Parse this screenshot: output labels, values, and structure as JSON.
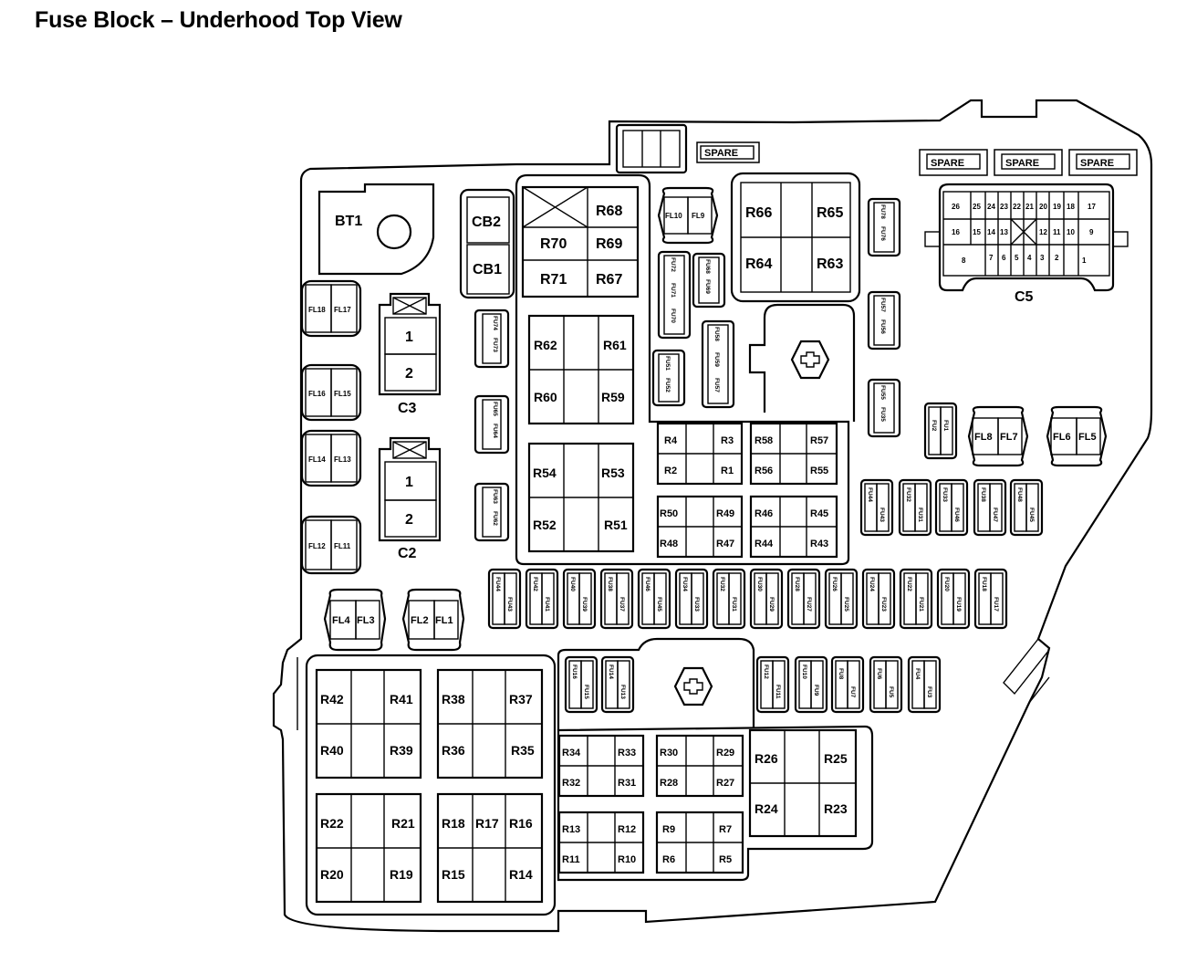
{
  "title": "Fuse Block – Underhood Top View",
  "labels": {
    "bt1": "BT1",
    "cb2": "CB2",
    "cb1": "CB1",
    "c3": "C3",
    "c2": "C2",
    "c5": "C5",
    "spare": "SPARE",
    "pin1": "1",
    "pin2": "2"
  },
  "relays": {
    "R68": "R68",
    "R70": "R70",
    "R69": "R69",
    "R71": "R71",
    "R67": "R67",
    "R66": "R66",
    "R65": "R65",
    "R64": "R64",
    "R63": "R63",
    "R62": "R62",
    "R61": "R61",
    "R60": "R60",
    "R59": "R59",
    "R54": "R54",
    "R53": "R53",
    "R52": "R52",
    "R51": "R51",
    "R4": "R4",
    "R3": "R3",
    "R2": "R2",
    "R1": "R1",
    "R58": "R58",
    "R57": "R57",
    "R56": "R56",
    "R55": "R55",
    "R50": "R50",
    "R49": "R49",
    "R48": "R48",
    "R47": "R47",
    "R46": "R46",
    "R45": "R45",
    "R44": "R44",
    "R43": "R43",
    "R42": "R42",
    "R41": "R41",
    "R40": "R40",
    "R39": "R39",
    "R38": "R38",
    "R37": "R37",
    "R36": "R36",
    "R35": "R35",
    "R22": "R22",
    "R21": "R21",
    "R20": "R20",
    "R19": "R19",
    "R18": "R18",
    "R17": "R17",
    "R16": "R16",
    "R15": "R15",
    "R14": "R14",
    "R34": "R34",
    "R33": "R33",
    "R32": "R32",
    "R31": "R31",
    "R30": "R30",
    "R29": "R29",
    "R28": "R28",
    "R27": "R27",
    "R26": "R26",
    "R25": "R25",
    "R24": "R24",
    "R23": "R23",
    "R13": "R13",
    "R12": "R12",
    "R11": "R11",
    "R10": "R10",
    "R9": "R9",
    "R7": "R7",
    "R6": "R6",
    "R5": "R5"
  },
  "fusible_links": {
    "FL18": "FL18",
    "FL17": "FL17",
    "FL16": "FL16",
    "FL15": "FL15",
    "FL14": "FL14",
    "FL13": "FL13",
    "FL12": "FL12",
    "FL11": "FL11",
    "FL10": "FL10",
    "FL9": "FL9",
    "FL8": "FL8",
    "FL7": "FL7",
    "FL6": "FL6",
    "FL5": "FL5",
    "FL4": "FL4",
    "FL3": "FL3",
    "FL2": "FL2",
    "FL1": "FL1"
  },
  "c5_pins": {
    "row1": [
      "26",
      "25",
      "24",
      "23",
      "22",
      "21",
      "20",
      "19",
      "18",
      "17"
    ],
    "row2": [
      "16",
      "15",
      "14",
      "13",
      "12",
      "11",
      "10",
      "9"
    ],
    "row3": [
      "8",
      "7",
      "6",
      "5",
      "4",
      "3",
      "2",
      "1"
    ]
  },
  "fuse_pairs": {
    "vert_top_right_1": [
      "FU78",
      "FU76"
    ],
    "vert_top_right_2": [
      "FU57",
      "FU56"
    ],
    "vert_top_right_3": [
      "FU55",
      "FU35"
    ],
    "left_col_1": [
      "FU74",
      "FU73"
    ],
    "left_col_2": [
      "FU65",
      "FU64"
    ],
    "left_col_3": [
      "FU63",
      "FU62"
    ],
    "mid_tall": [
      "FU72",
      "FU71",
      "FU70"
    ],
    "mid_short": [
      "FU68",
      "FU69"
    ],
    "mid_tri": [
      "FU58",
      "FU59",
      "FU57"
    ],
    "mid_pair": [
      "FU51",
      "FU52"
    ],
    "right_pair": [
      "FU2",
      "FU1"
    ],
    "row_right": [
      [
        "FU44",
        "FU43"
      ],
      [
        "FU32",
        "FU31"
      ],
      [
        "FU33",
        "FU46"
      ],
      [
        "FU38",
        "FU47"
      ],
      [
        "FU48",
        "FU45"
      ]
    ],
    "row_main": [
      [
        "FU44",
        "FU43"
      ],
      [
        "FU42",
        "FU41"
      ],
      [
        "FU40",
        "FU39"
      ],
      [
        "FU38",
        "FU37"
      ],
      [
        "FU46",
        "FU45"
      ],
      [
        "FU34",
        "FU33"
      ],
      [
        "FU32",
        "FU31"
      ],
      [
        "FU30",
        "FU29"
      ],
      [
        "FU28",
        "FU27"
      ],
      [
        "FU26",
        "FU25"
      ],
      [
        "FU24",
        "FU23"
      ],
      [
        "FU22",
        "FU21"
      ],
      [
        "FU20",
        "FU19"
      ],
      [
        "FU18",
        "FU17"
      ]
    ],
    "row_lower_left": [
      [
        "FU16",
        "FU15"
      ],
      [
        "FU14",
        "FU13"
      ]
    ],
    "row_lower_right": [
      [
        "FU12",
        "FU11"
      ],
      [
        "FU10",
        "FU9"
      ],
      [
        "FU8",
        "FU7"
      ],
      [
        "FU6",
        "FU5"
      ],
      [
        "FU4",
        "FU3"
      ]
    ]
  }
}
